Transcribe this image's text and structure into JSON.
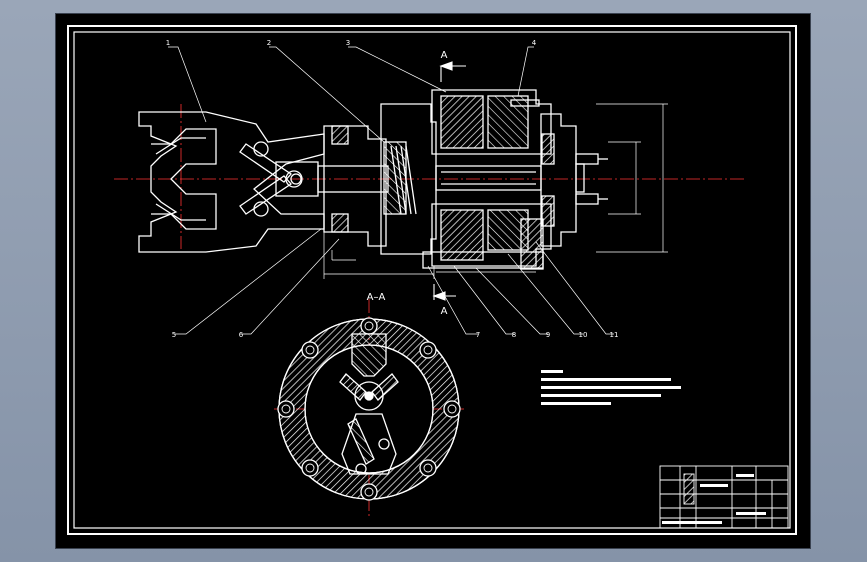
{
  "section_label_top": "A",
  "section_label_bottom": "A",
  "section_view_title": "A–A",
  "part_labels": [
    "1",
    "2",
    "3",
    "4",
    "5",
    "6",
    "7",
    "8",
    "9",
    "10",
    "11"
  ],
  "colors": {
    "background": "#000000",
    "outline": "#ffffff",
    "hatch": "#ffffff",
    "centerline": "#ff3333",
    "dimension": "#ffffff",
    "frame_outer": "#8593a8"
  }
}
